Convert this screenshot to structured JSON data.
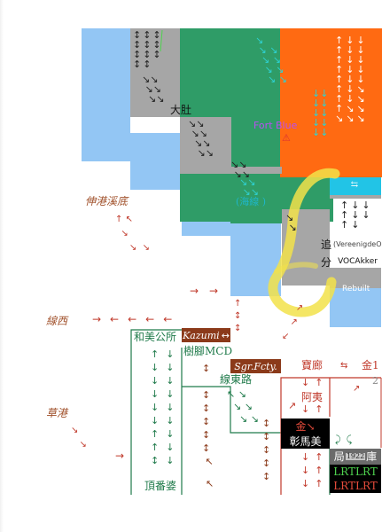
{
  "colors": {
    "blue": "#93c6f4",
    "green": "#2f9c67",
    "gray": "#a6a6a6",
    "orange": "#ff6a12",
    "cyan": "#22c4e6",
    "brown": "#a0502a",
    "red": "#c0392b",
    "darkgreen": "#1f7a4a",
    "yellow": "#f2e24a"
  },
  "labels": {
    "shen_gang": "伸港溪底",
    "xian_xi": "線西",
    "cao_gang": "草港",
    "da_du": "大肚",
    "fort_blue": "Fort Blue",
    "fort_blue_icon": "⚠",
    "haixian": "(海線  )",
    "zhui": "追",
    "fen": "分",
    "vereenigde": "(VereenigdeO",
    "voc": "VOCAkker",
    "rebuilt": "Rebuilt",
    "hemei": "和美公所",
    "kazumi": "Kazumi",
    "kazumi_arrow": "↔",
    "shujiao": "樹腳MCD",
    "sgr": "Sgr.Fcty.",
    "xiandong": "線東路",
    "baolang": "寶廊",
    "jin1": "金1",
    "num2": "2",
    "ayi": "阿夷",
    "jin": "金↘",
    "zhangma": "彰馬美",
    "dingfan": "頂番婆",
    "ju": "局",
    "year": "1922",
    "ku": "庫",
    "lrt1": "LRTLRT",
    "lrt2": "LRTLRT",
    "swap": "⇆"
  }
}
